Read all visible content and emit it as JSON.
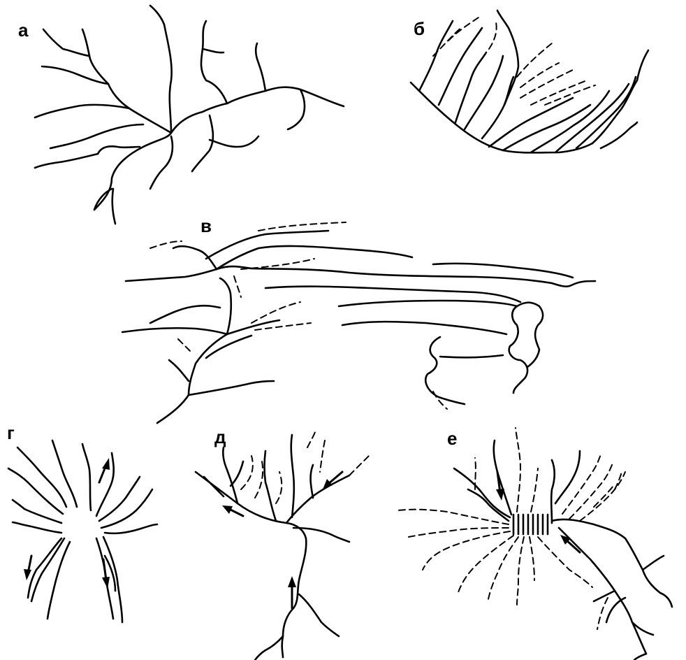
{
  "panels": [
    {
      "id": "a",
      "label": "а"
    },
    {
      "id": "b",
      "label": "б"
    },
    {
      "id": "v",
      "label": "в"
    },
    {
      "id": "g",
      "label": "г"
    },
    {
      "id": "d",
      "label": "д"
    },
    {
      "id": "e",
      "label": "е"
    }
  ]
}
